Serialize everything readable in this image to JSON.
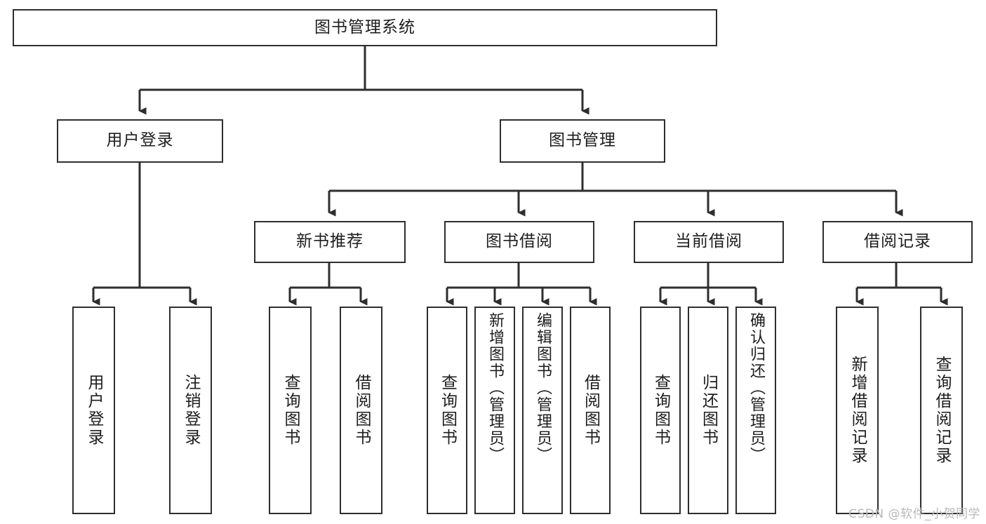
{
  "diagram": {
    "title": "图书管理系统",
    "type": "tree-hierarchy-diagram",
    "colors": {
      "box_border": "#2e2e2e",
      "box_fill": "#ffffff",
      "connector": "#2e2e2e",
      "text": "#1d1d1d",
      "watermark": "#b9b9b9",
      "background": "#ffffff"
    },
    "root": {
      "label": "图书管理系统"
    },
    "level2": [
      {
        "label": "用户登录"
      },
      {
        "label": "图书管理"
      }
    ],
    "level3": [
      {
        "label": "新书推荐"
      },
      {
        "label": "图书借阅"
      },
      {
        "label": "当前借阅"
      },
      {
        "label": "借阅记录"
      }
    ],
    "leaves": {
      "user_login": [
        {
          "label": "用户登录"
        },
        {
          "label": "注销登录"
        }
      ],
      "new_book": [
        {
          "label": "查询图书"
        },
        {
          "label": "借阅图书"
        }
      ],
      "book_borrow": [
        {
          "label": "查询图书"
        },
        {
          "label": "新增图书（管理员）"
        },
        {
          "label": "编辑图书（管理员）"
        },
        {
          "label": "借阅图书"
        }
      ],
      "current_borrow": [
        {
          "label": "查询图书"
        },
        {
          "label": "归还图书"
        },
        {
          "label": "确认归还（管理员）"
        }
      ],
      "borrow_record": [
        {
          "label": "新增借阅记录"
        },
        {
          "label": "查询借阅记录"
        }
      ]
    }
  },
  "watermark": {
    "text": "CSDN @软件_小贺同学"
  }
}
